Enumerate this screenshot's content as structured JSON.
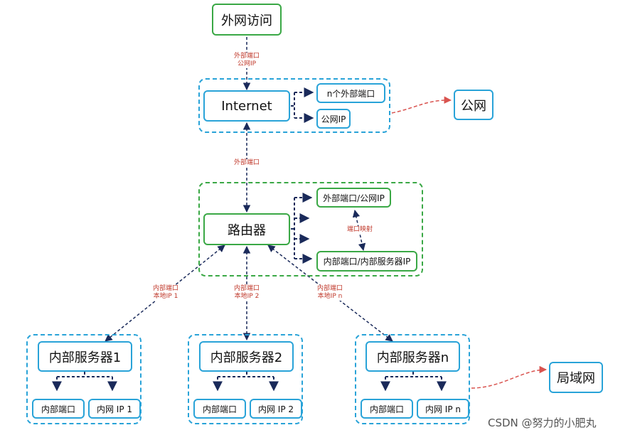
{
  "nodes": {
    "external_access": "外网访问",
    "internet": "Internet",
    "n_external_ports": "n个外部端口",
    "public_ip": "公网IP",
    "public_network": "公网",
    "router": "路由器",
    "external_port_public_ip": "外部端口/公网IP",
    "internal_port_server_ip": "内部端口/内部服务器IP",
    "server_1": "内部服务器1",
    "server_2": "内部服务器2",
    "server_n": "内部服务器n",
    "lan": "局域网",
    "s1_internal_port": "内部端口",
    "s1_lan_ip": "内网 IP 1",
    "s2_internal_port": "内部端口",
    "s2_lan_ip": "内网 IP 2",
    "sn_internal_port": "内部端口",
    "sn_lan_ip": "内网 IP n"
  },
  "edge_labels": {
    "top": "外部端口\n公网IP",
    "internet_router": "外部端口",
    "port_mapping": "端口映射",
    "server_1": "内部端口\n本地IP 1",
    "server_2": "内部端口\n本地IP 2",
    "server_n": "内部端口\n本地IP n"
  },
  "watermark": "CSDN @努力的小肥丸",
  "colors": {
    "blue": "#29a3d8",
    "green": "#3aa845",
    "navy_arrow": "#1a2a5a",
    "red_arrow": "#d9534f",
    "label_text": "#c0392b"
  }
}
